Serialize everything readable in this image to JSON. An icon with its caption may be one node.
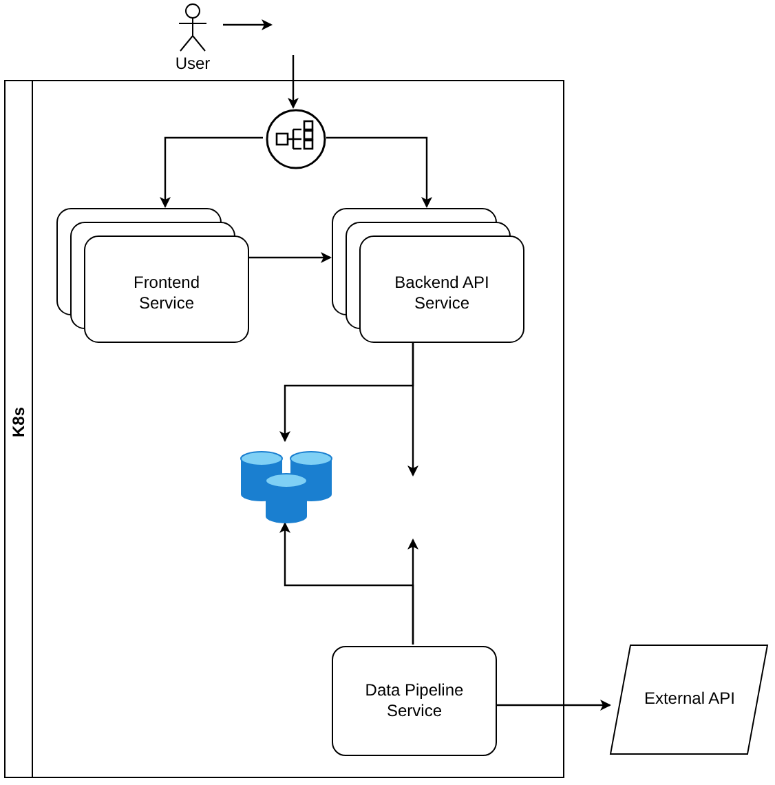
{
  "diagram": {
    "nodes": [
      {
        "text": [
          "User"
        ]
      },
      {
        "text": [
          "K8s"
        ]
      },
      {
        "text": [],
        "shape": "circle",
        "in": 1
      },
      {
        "text": [
          "Frontend Service"
        ],
        "in": 1
      },
      {
        "text": [
          "Backend API Service"
        ],
        "in": 1
      },
      {
        "text": [],
        "shape": "cylinder",
        "in": 1
      },
      {
        "text": [
          "Data Pipeline Service"
        ],
        "in": 1
      },
      {
        "text": [
          "External API"
        ]
      }
    ],
    "edges": [
      {
        "from": 0,
        "to": null,
        "arrow": "to"
      },
      {
        "from": null,
        "to": 2,
        "arrow": "to"
      },
      {
        "from": 2,
        "to": 3,
        "arrow": "to"
      },
      {
        "from": 2,
        "to": 4,
        "arrow": "to"
      },
      {
        "from": 3,
        "to": 4,
        "arrow": "to"
      },
      {
        "from": 4,
        "to": 5,
        "arrow": "to"
      },
      {
        "from": 4,
        "to": null,
        "arrow": "to"
      },
      {
        "from": 6,
        "to": 5,
        "arrow": "to"
      },
      {
        "from": 6,
        "to": null,
        "arrow": "to"
      },
      {
        "from": 6,
        "to": 7,
        "arrow": "to"
      }
    ]
  }
}
